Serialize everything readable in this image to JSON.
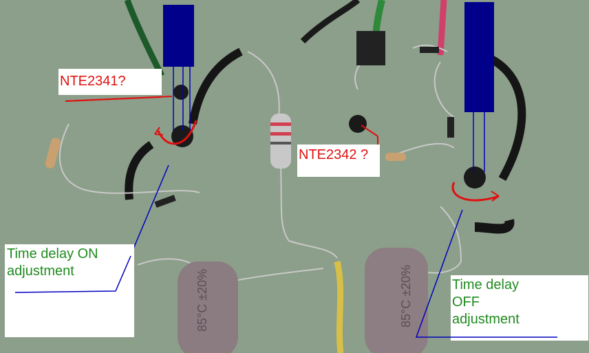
{
  "annotations": {
    "transistor_1": "NTE2341?",
    "transistor_2": "NTE2342 ?",
    "on_adjust": [
      "Time delay ON",
      "adjustment"
    ],
    "off_adjust": [
      "Time delay",
      "OFF",
      "adjustment"
    ]
  },
  "capacitor_marking": [
    "85°C",
    "±20%"
  ],
  "colors": {
    "annotation_blue": "#00008b",
    "annotation_red": "#e01010",
    "label_green": "#1f8a1f",
    "board": "#8c9f8a"
  }
}
